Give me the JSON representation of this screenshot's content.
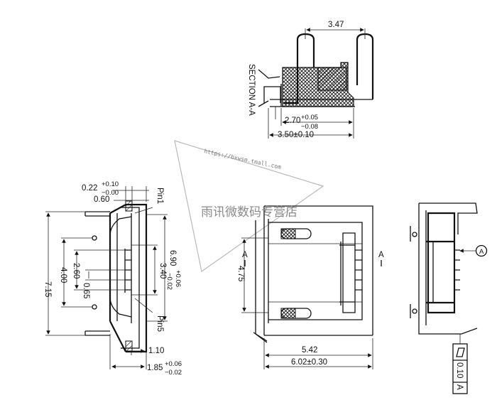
{
  "section_view": {
    "title": "SECTION A-A",
    "dims": {
      "top_width": "3.47",
      "depth_main": "2.70",
      "depth_tol_plus": "+0.05",
      "depth_tol_minus": "−0.08",
      "overall": "3.50±0.10"
    }
  },
  "front_view": {
    "dims": {
      "lead_w": "0.22",
      "lead_w_plus": "+0.10",
      "lead_w_minus": "−0.00",
      "lead_off": "0.60",
      "pin1": "Pin1",
      "pin5": "Pin5",
      "overall_h": "7.15",
      "h_400": "4.00",
      "h_260": "2.60",
      "h_065": "0.65",
      "w_690": "6.90",
      "w_690_plus": "+0.06",
      "w_690_minus": "−0.02",
      "w_340": "3.40",
      "d_110": "1.10",
      "d_185": "1.85",
      "d_185_plus": "+0.06",
      "d_185_minus": "−0.02"
    }
  },
  "top_view": {
    "dims": {
      "h_475": "4.75",
      "l_542": "5.42",
      "l_602": "6.02±0.30",
      "section_marker": "A"
    }
  },
  "side_view": {
    "datum": "A",
    "flatness_tol": "0.10",
    "flatness_datum": "A"
  },
  "watermark": {
    "shop_name": "雨讯微数码专营店",
    "url": "https://bxwsm.tmall.com"
  }
}
